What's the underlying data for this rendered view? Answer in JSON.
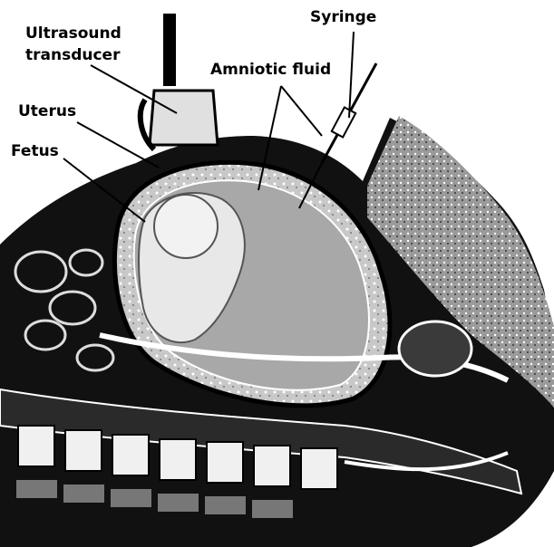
{
  "labels": {
    "ultrasound_line1": "Ultrasound",
    "ultrasound_line2": "transducer",
    "syringe": "Syringe",
    "amniotic_fluid": "Amniotic fluid",
    "uterus": "Uterus",
    "fetus": "Fetus"
  },
  "colors": {
    "ink": "#000000",
    "paper": "#ffffff",
    "tissue_gray": "#8a8a8a",
    "fluid_gray": "#b5b5b5"
  }
}
